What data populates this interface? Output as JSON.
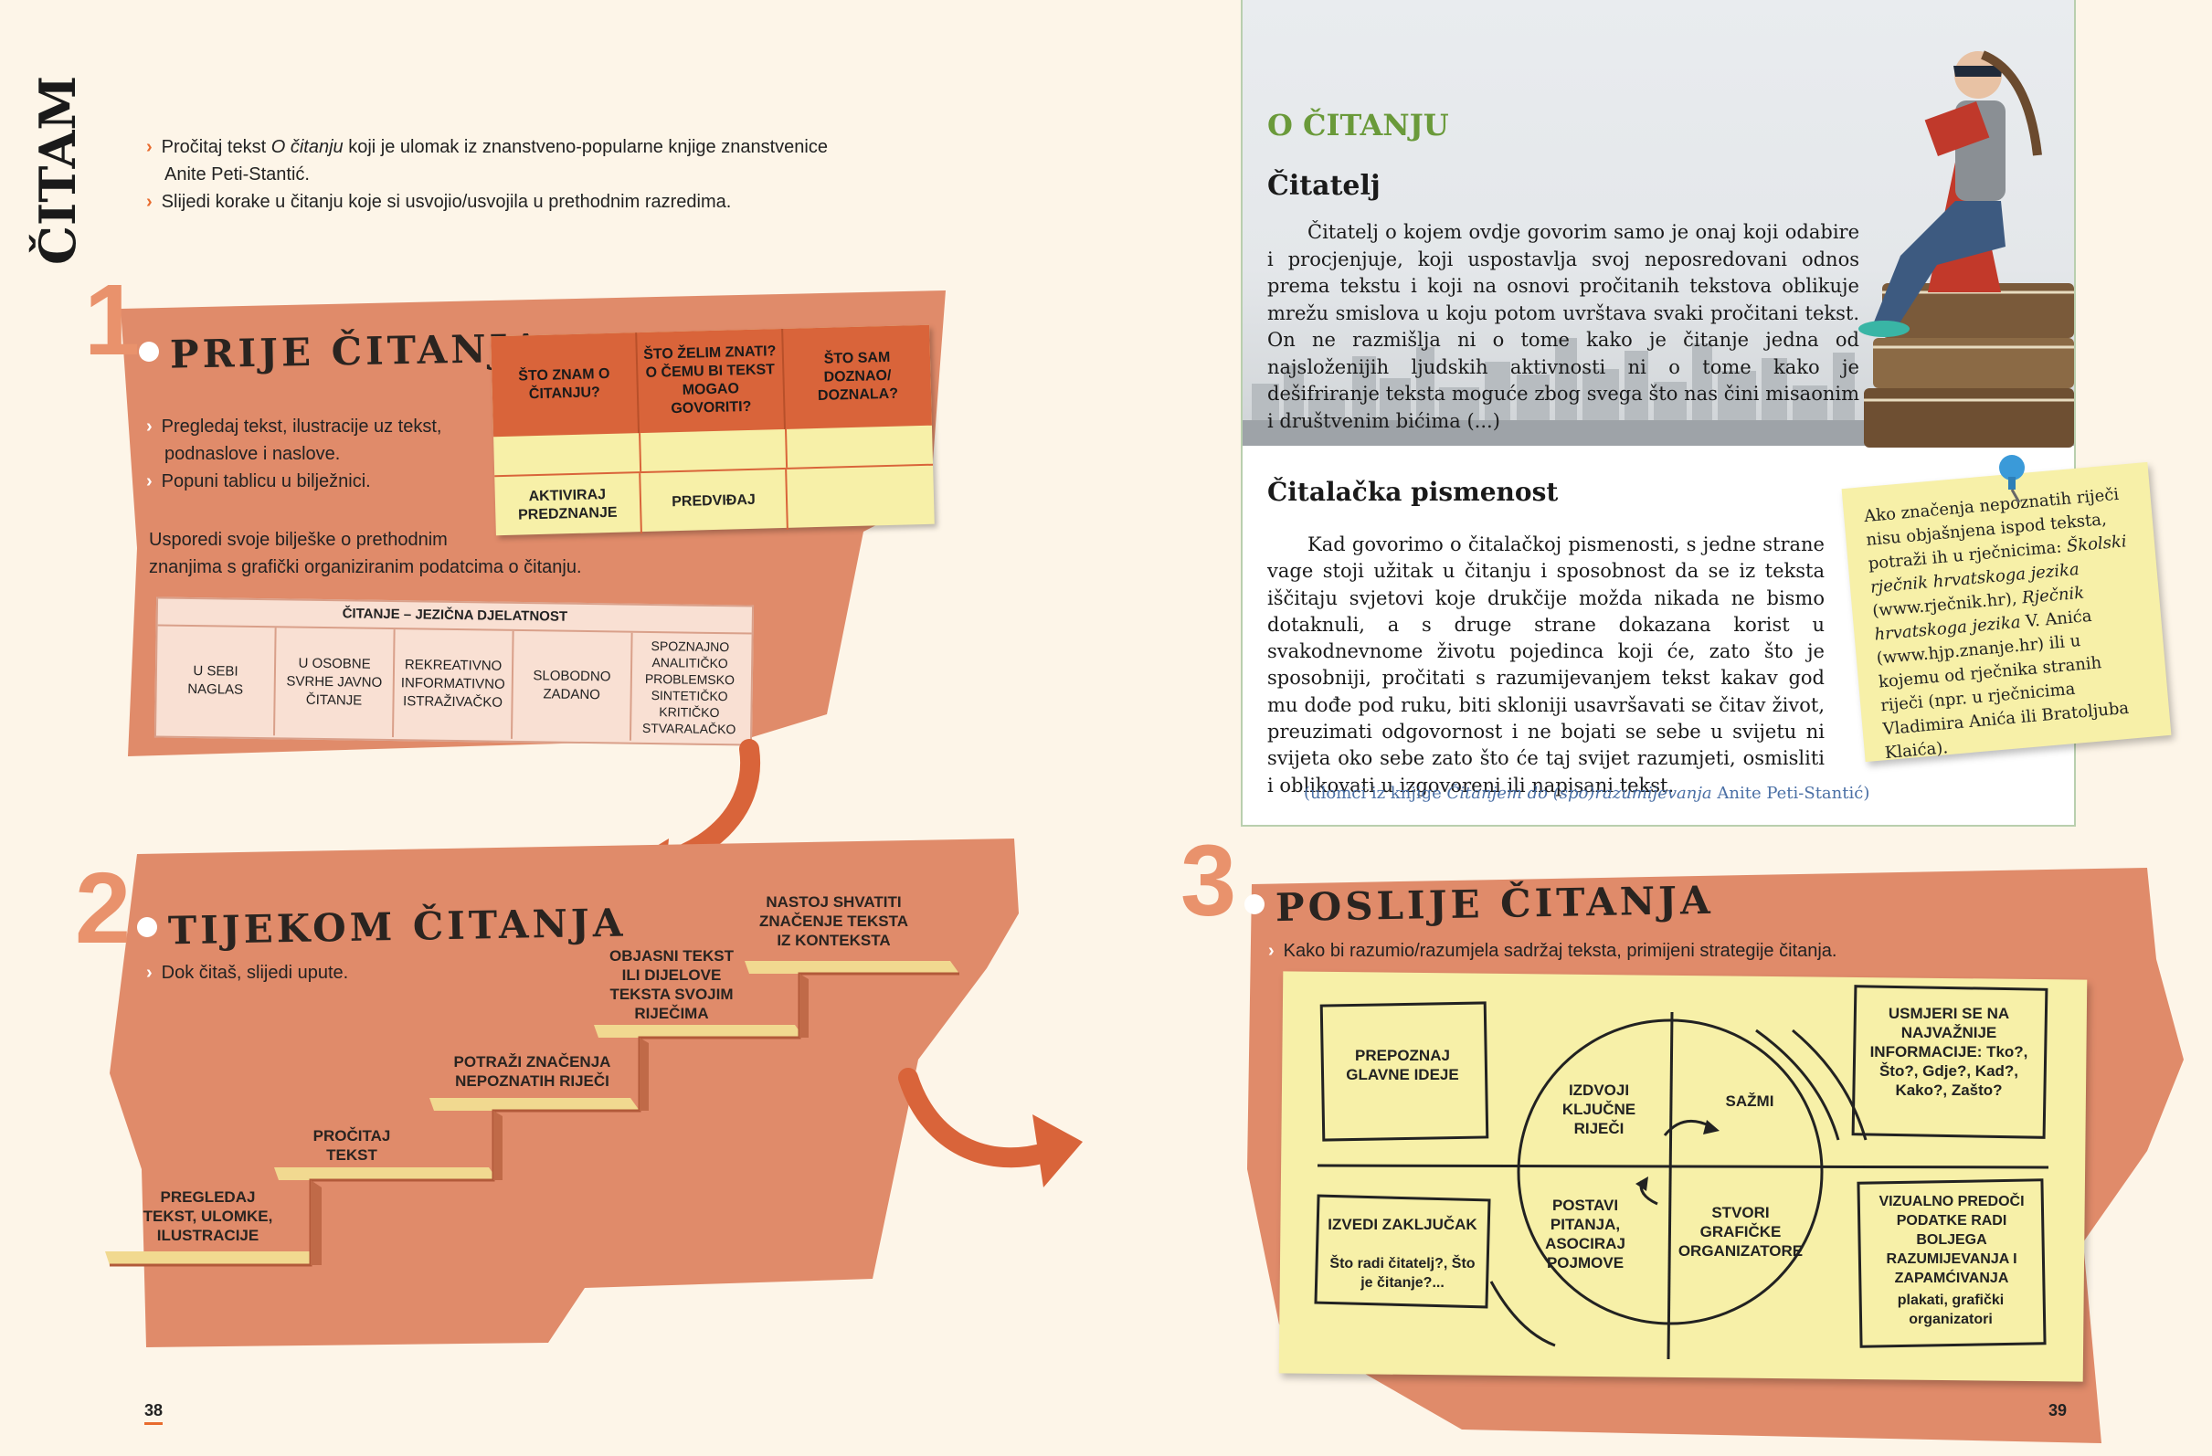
{
  "left_page": {
    "vertical_title": "ČITAM",
    "intro": [
      {
        "pre": "Pročitaj tekst ",
        "italic": "O čitanju",
        "post": " koji je ulomak iz znanstveno-popularne knjige znanstvenice"
      },
      {
        "pre": "Anite Peti-Stantić.",
        "italic": "",
        "post": ""
      },
      {
        "pre": "Slijedi korake u čitanju koje si usvojio/usvojila u prethodnim razredima.",
        "italic": "",
        "post": ""
      }
    ],
    "section1": {
      "number": "1",
      "title": "PRIJE ČITANJA",
      "bullets": [
        "Pregledaj tekst, ilustracije uz tekst,",
        "podnaslove i naslove.",
        "Popuni tablicu u bilježnici."
      ],
      "compare_text": [
        "Usporedi svoje bilješke o prethodnim",
        "znanjima s grafički organiziranim podatcima o čitanju."
      ],
      "kwl_headers": [
        "ŠTO ZNAM O ČITANJU?",
        "ŠTO ŽELIM ZNATI? O ČEMU BI TEKST MOGAO GOVORITI?",
        "ŠTO SAM DOZNAO/ DOZNALA?"
      ],
      "kwl_footer": [
        "AKTIVIRAJ PREDZNANJE",
        "PREDVIĐAJ",
        ""
      ],
      "activity_title": "ČITANJE – JEZIČNA DJELATNOST",
      "activity_cells": [
        "U SEBI NAGLAS",
        "U OSOBNE SVRHE JAVNO ČITANJE",
        "REKREATIVNO INFORMATIVNO ISTRAŽIVAČKO",
        "SLOBODNO ZADANO",
        "SPOZNAJNO ANALITIČKO PROBLEMSKO SINTETIČKO KRITIČKO STVARALAČKO"
      ]
    },
    "section2": {
      "number": "2",
      "title": "TIJEKOM ČITANJA",
      "bullet": "Dok čitaš, slijedi upute.",
      "steps": [
        "PREGLEDAJ TEKST, ULOMKE, ILUSTRACIJE",
        "PROČITAJ TEKST",
        "POTRAŽI ZNAČENJA NEPOZNATIH RIJEČI",
        "OBJASNI TEKST ILI DIJELOVE TEKSTA SVOJIM RIJEČIMA",
        "NASTOJ SHVATITI ZNAČENJE TEKSTA IZ KONTEKSTA"
      ]
    },
    "page_number": "38"
  },
  "right_page": {
    "heading": "O ČITANJU",
    "sub1": "Čitatelj",
    "para1": "Čitatelj o kojem ovdje govorim samo je onaj koji odabire i procjenjuje, koji uspostavlja svoj neposredovani odnos prema tekstu i koji na osnovi pročitanih tekstova oblikuje mrežu smislova u koju potom uvrštava svaki pročitani tekst. On ne razmišlja ni o tome kako je čitanje jedna od najsloženijih ljudskih aktivnosti ni o tome kako je dešifriranje teksta moguće zbog svega što nas čini misaonim i društvenim bićima (...)",
    "sub2": "Čitalačka pismenost",
    "para2": "Kad govorimo o čitalačkoj pismenosti, s jedne strane vage stoji užitak u čitanju i sposobnost da se iz teksta iščitaju svjetovi koje drukčije možda nikada ne bismo dotaknuli, a s druge strane dokazana korist u svakodnevnome životu pojedinca koji će, zato što je sposobniji, pročitati s razumijevanjem tekst kakav god mu dođe pod ruku, biti skloniji usavršavati se čitav život, preuzimati odgovornost i ne bojati se sebe u svijetu ni svijeta oko sebe zato što će taj svijet razumjeti, osmisliti i oblikovati u izgovoreni ili napisani tekst.",
    "source": {
      "pre": "(ulomci iz knjige ",
      "italic": "Čitanjem do (spo)razumijevanja",
      "post": " Anite Peti-Stantić)"
    },
    "sticky_note": {
      "part1": "Ako značenja nepoznatih riječi nisu objašnjena ispod teksta, potraži ih u rječnicima: ",
      "italic1": "Školski rječnik hrvatskoga jezika",
      "part2": " (www.rječnik.hr), ",
      "italic2": "Rječnik hrvatskoga jezika",
      "part3": " V. Anića (www.hjp.znanje.hr) ili u kojemu od rječnika stranih riječi (npr. u rječnicima Vladimira Anića ili Bratoljuba Klaića)."
    },
    "section3": {
      "number": "3",
      "title": "POSLIJE ČITANJA",
      "bullet": "Kako bi razumio/razumjela sadržaj teksta, primijeni strategije čitanja.",
      "box_tl": "PREPOZNAJ GLAVNE IDEJE",
      "box_tr": "USMJERI SE NA NAJVAŽNIJE INFORMACIJE: Tko?, Što?, Gdje?, Kad?, Kako?, Zašto?",
      "box_bl_main": "IZVEDI ZAKLJUČAK",
      "box_bl_sub": "Što radi čitatelj?, Što je čitanje?...",
      "box_br_main": "VIZUALNO PREDOČI PODATKE RADI BOLJEGA RAZUMIJEVANJA I ZAPAMĆIVANJA",
      "box_br_sub": "plakati, grafički organizatori",
      "circle_q1": "IZDVOJI KLJUČNE RIJEČI",
      "circle_q2": "SAŽMI",
      "circle_q3": "POSTAVI PITANJA, ASOCIRAJ POJMOVE",
      "circle_q4": "STVORI GRAFIČKE ORGANIZATORE"
    },
    "page_number": "39"
  },
  "colors": {
    "salmon": "#e08b6a",
    "orange": "#d9643a",
    "sticky": "#f7f0a8",
    "green": "#6a9a3a",
    "background": "#fdf5e8"
  }
}
